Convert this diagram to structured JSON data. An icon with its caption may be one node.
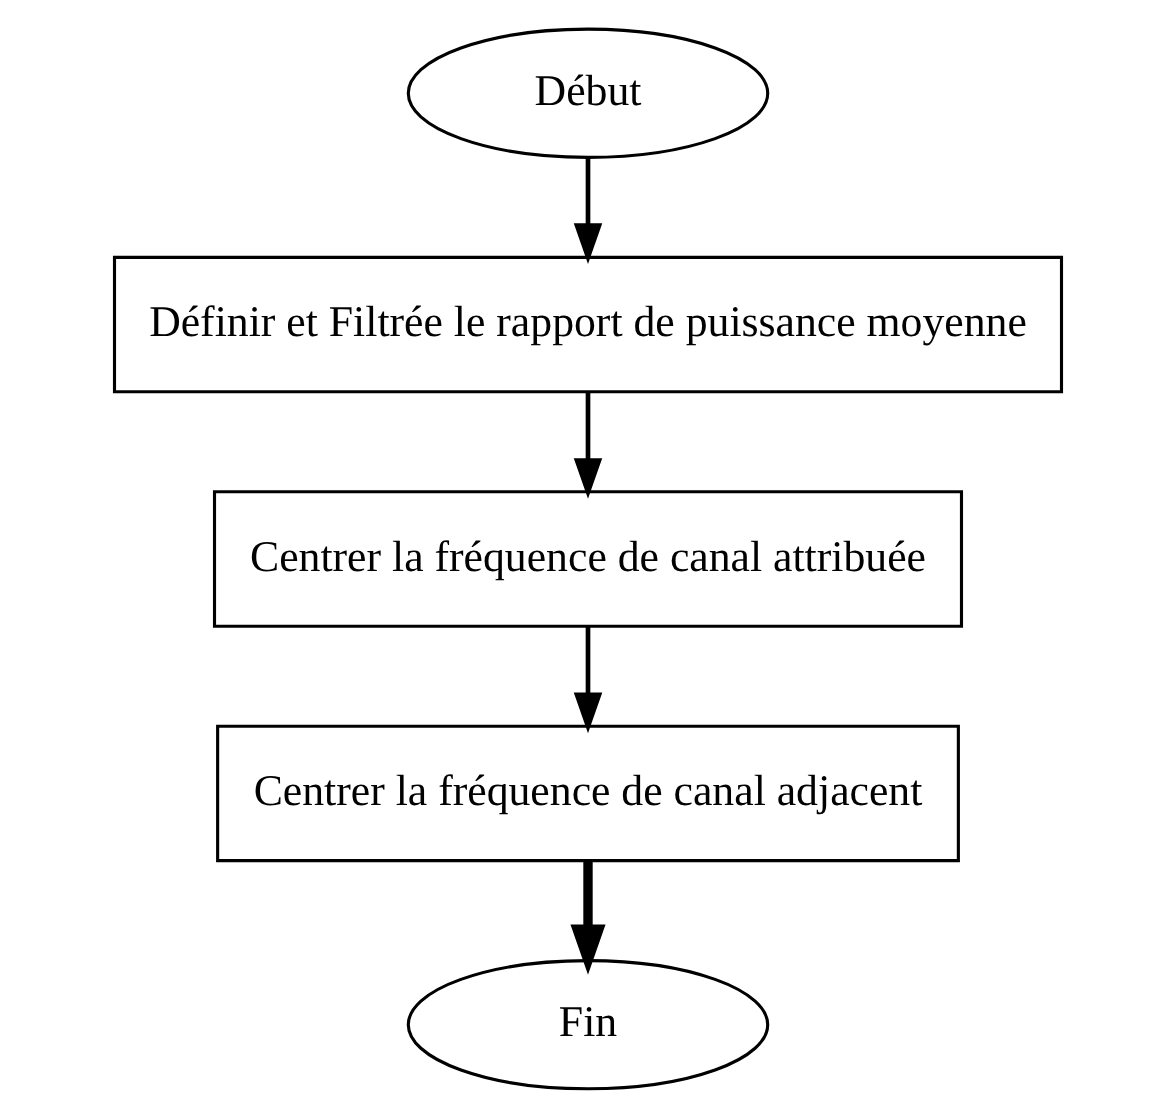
{
  "diagram": {
    "nodes": [
      {
        "text": [
          "Début"
        ]
      },
      {
        "text": [
          "Définir et Filtrée le rapport de puissance moyenne"
        ]
      },
      {
        "text": [
          "Centrer la fréquence de canal attribuée"
        ]
      },
      {
        "text": [
          "Centrer la fréquence de canal adjacent"
        ]
      },
      {
        "text": [
          "Fin"
        ]
      }
    ],
    "edges": [
      {
        "from": 0,
        "to": 1,
        "arrow": "to"
      },
      {
        "from": 1,
        "to": 2,
        "arrow": "to"
      },
      {
        "from": 2,
        "to": 3,
        "arrow": "to"
      },
      {
        "from": 3,
        "to": 4,
        "arrow": "to",
        "style": "thick"
      }
    ]
  }
}
